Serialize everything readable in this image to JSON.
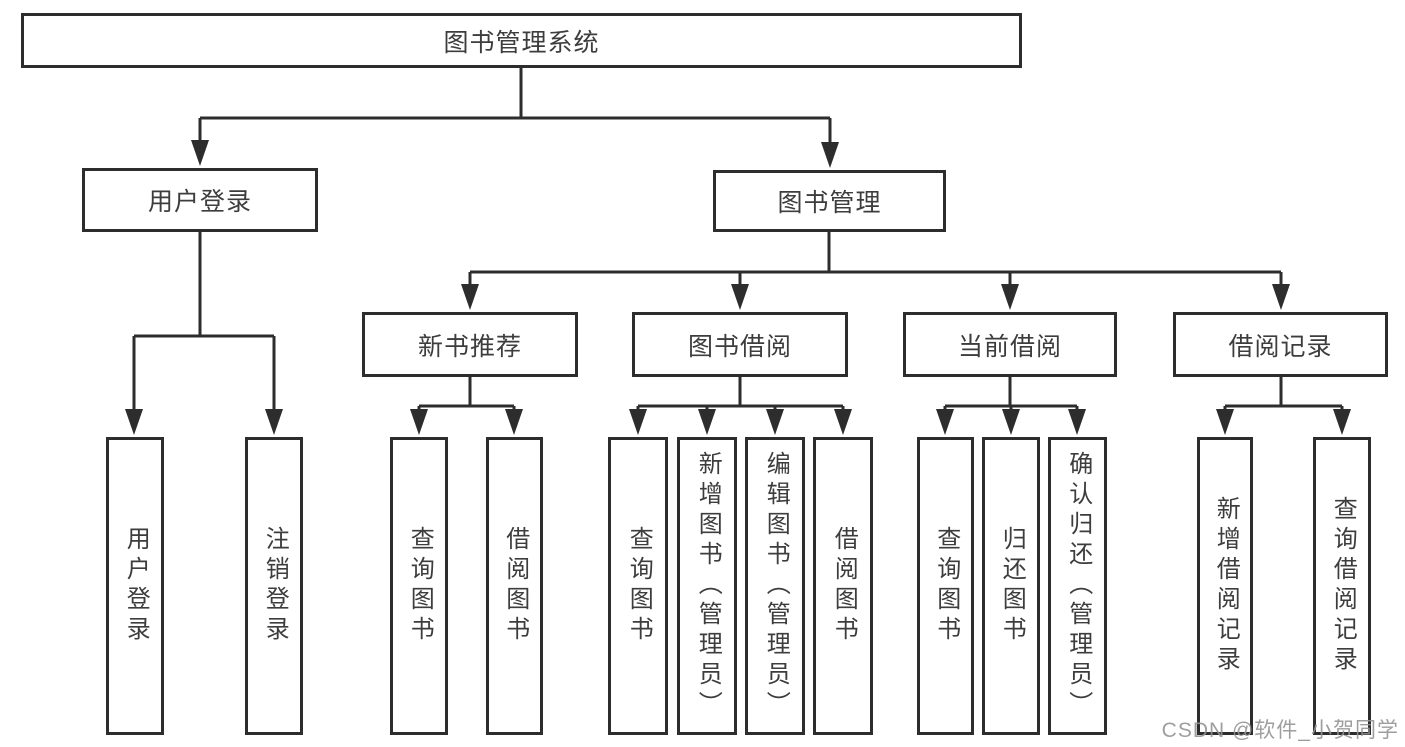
{
  "diagram_title": "图书管理系统",
  "nodes": {
    "root": "图书管理系统",
    "user_login": "用户登录",
    "book_mgmt": "图书管理",
    "new_book_rec": "新书推荐",
    "book_borrow": "图书借阅",
    "current_borrow": "当前借阅",
    "borrow_record": "借阅记录",
    "ul_login": "用户登录",
    "ul_logout": "注销登录",
    "nbr_query": "查询图书",
    "nbr_borrow": "借阅图书",
    "bb_query": "查询图书",
    "bb_add": "新增图书（管理员）",
    "bb_edit": "编辑图书（管理员）",
    "bb_borrow": "借阅图书",
    "cb_query": "查询图书",
    "cb_return": "归还图书",
    "cb_confirm": "确认归还（管理员）",
    "br_add": "新增借阅记录",
    "br_query": "查询借阅记录"
  },
  "hierarchy": {
    "root": "图书管理系统",
    "children": [
      {
        "label": "用户登录",
        "children": [
          "用户登录",
          "注销登录"
        ]
      },
      {
        "label": "图书管理",
        "children": [
          {
            "label": "新书推荐",
            "children": [
              "查询图书",
              "借阅图书"
            ]
          },
          {
            "label": "图书借阅",
            "children": [
              "查询图书",
              "新增图书（管理员）",
              "编辑图书（管理员）",
              "借阅图书"
            ]
          },
          {
            "label": "当前借阅",
            "children": [
              "查询图书",
              "归还图书",
              "确认归还（管理员）"
            ]
          },
          {
            "label": "借阅记录",
            "children": [
              "新增借阅记录",
              "查询借阅记录"
            ]
          }
        ]
      }
    ]
  },
  "watermark": "CSDN @软件_小贺同学",
  "colors": {
    "line": "#2d2d2d",
    "box_border": "#2d2d2d",
    "box_fill": "#ffffff",
    "text": "#3d3d3d",
    "watermark": "#949494",
    "background": "#ffffff"
  }
}
